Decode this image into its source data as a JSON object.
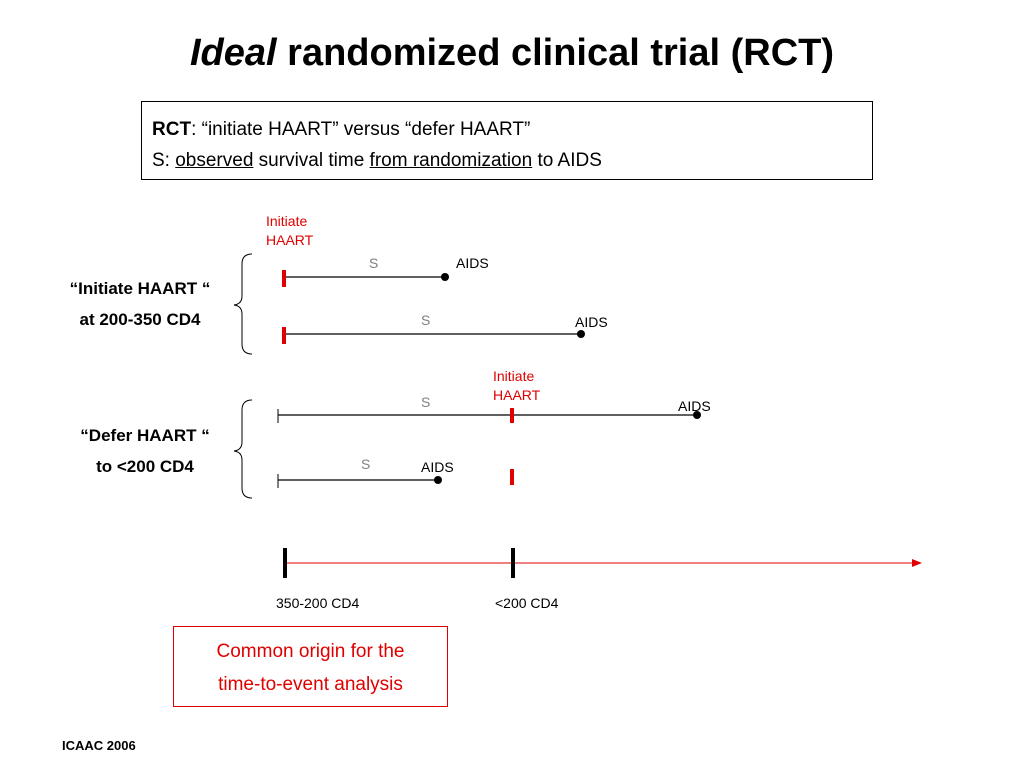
{
  "title": {
    "emphasis": "Ideal",
    "rest": " randomized clinical trial (RCT)"
  },
  "rct_box": {
    "line1": {
      "label": "RCT",
      "text": ": “initiate HAART” versus “defer HAART”"
    },
    "line2": {
      "prefix": "S: ",
      "observed": "observed",
      "middle": " survival time ",
      "from_randomization": "from randomization",
      "suffix": " to AIDS"
    }
  },
  "groups": {
    "initiate": {
      "line1": "“Initiate HAART “",
      "line2": "at 200-350 CD4"
    },
    "defer": {
      "line1": "“Defer HAART “",
      "line2": "to <200 CD4"
    }
  },
  "diagram": {
    "initiate_haart_1": {
      "line1": "Initiate",
      "line2": "HAART"
    },
    "initiate_haart_2": {
      "line1": "Initiate",
      "line2": "HAART"
    },
    "timelines": [
      {
        "s_label": "S",
        "event_label": "AIDS"
      },
      {
        "s_label": "S",
        "event_label": "AIDS"
      },
      {
        "s_label": "S",
        "event_label": "AIDS"
      },
      {
        "s_label": "S",
        "event_label": "AIDS"
      }
    ],
    "axis": {
      "label_left": "350-200 CD4",
      "label_right": "<200 CD4"
    }
  },
  "origin_box": {
    "line1": "Common origin for the",
    "line2": "time-to-event analysis"
  },
  "footer": "ICAAC 2006",
  "colors": {
    "red": "#e00000",
    "black": "#000000",
    "gray": "#808080"
  }
}
